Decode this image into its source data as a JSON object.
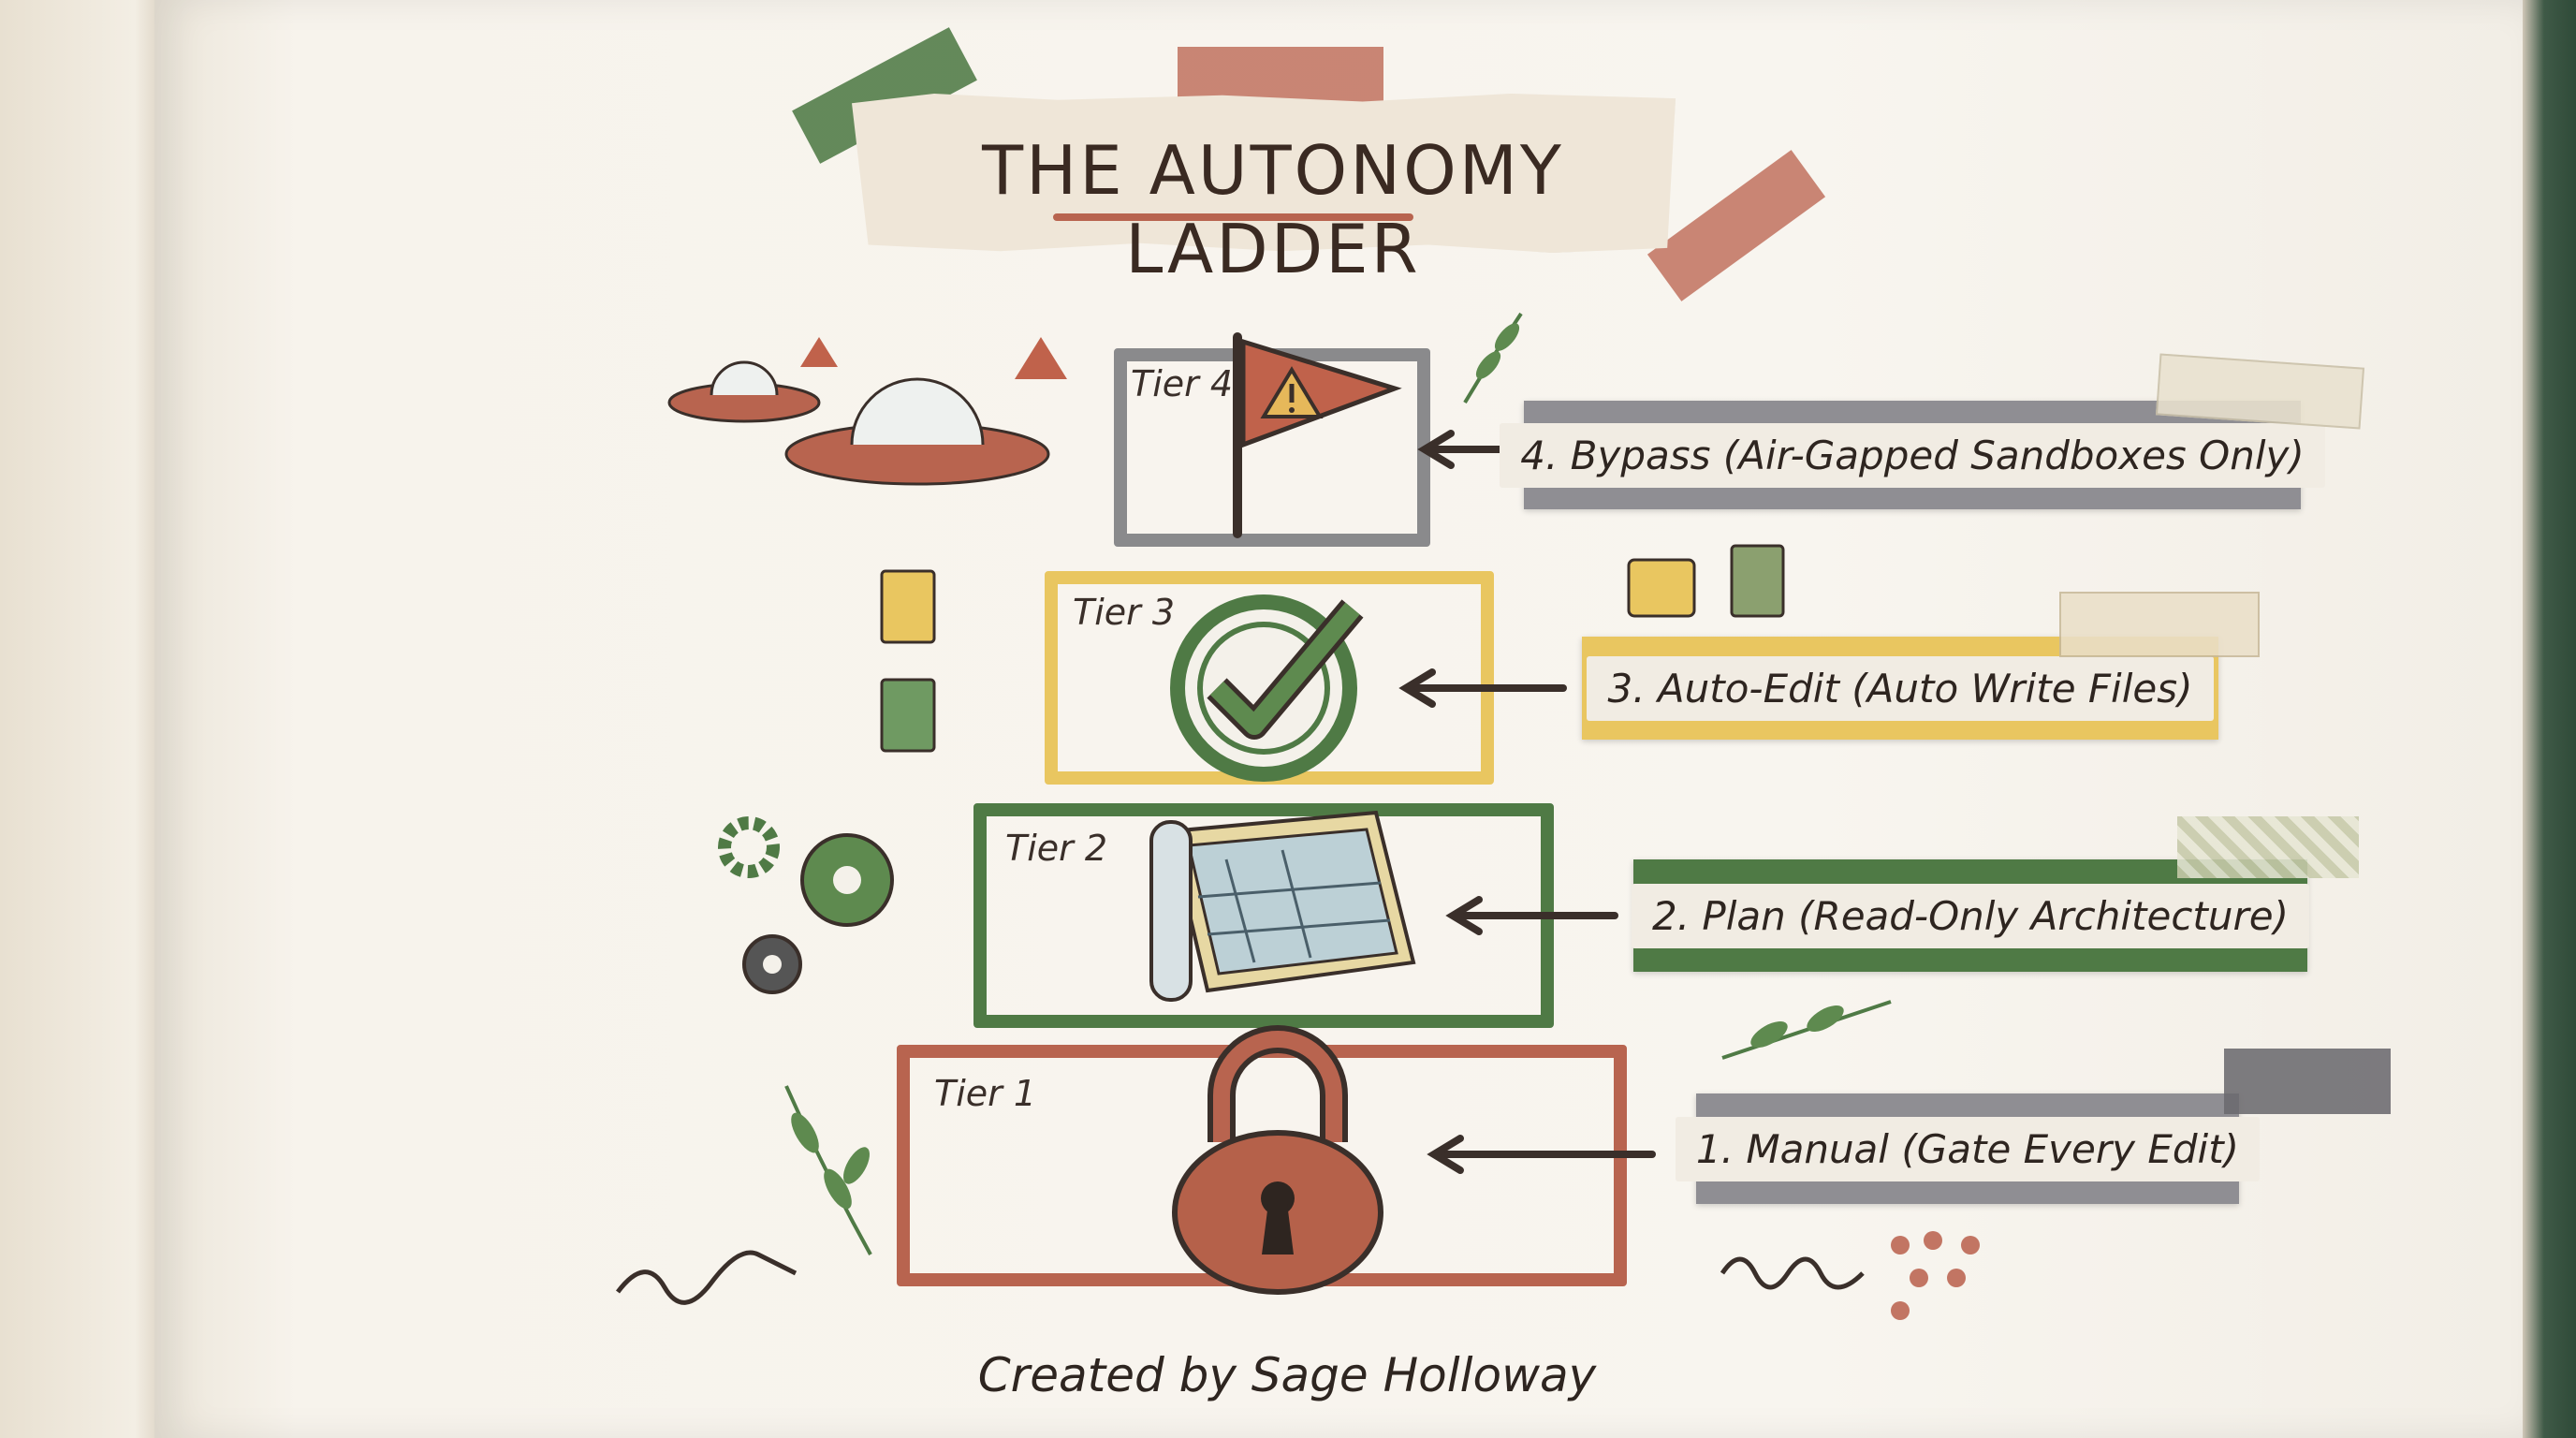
{
  "title": "THE AUTONOMY LADDER",
  "tiers": [
    {
      "label": "Tier 4",
      "description": "4. Bypass (Air-Gapped Sandboxes Only)"
    },
    {
      "label": "Tier 3",
      "description": "3. Auto-Edit (Auto Write Files)"
    },
    {
      "label": "Tier 2",
      "description": "2. Plan (Read-Only Architecture)"
    },
    {
      "label": "Tier 1",
      "description": "1. Manual (Gate Every Edit)"
    }
  ],
  "icons": {
    "tier4": "warning-flag-icon",
    "tier3": "check-badge-icon",
    "tier2": "blueprint-scroll-icon",
    "tier1": "padlock-icon"
  },
  "colors": {
    "tier4": "#8a8a8c",
    "tier3": "#e9c660",
    "tier2": "#4f7a45",
    "tier1": "#b8644f",
    "terracotta": "#b8644f",
    "green": "#4f7a45"
  },
  "credit": "Created by Sage Holloway"
}
